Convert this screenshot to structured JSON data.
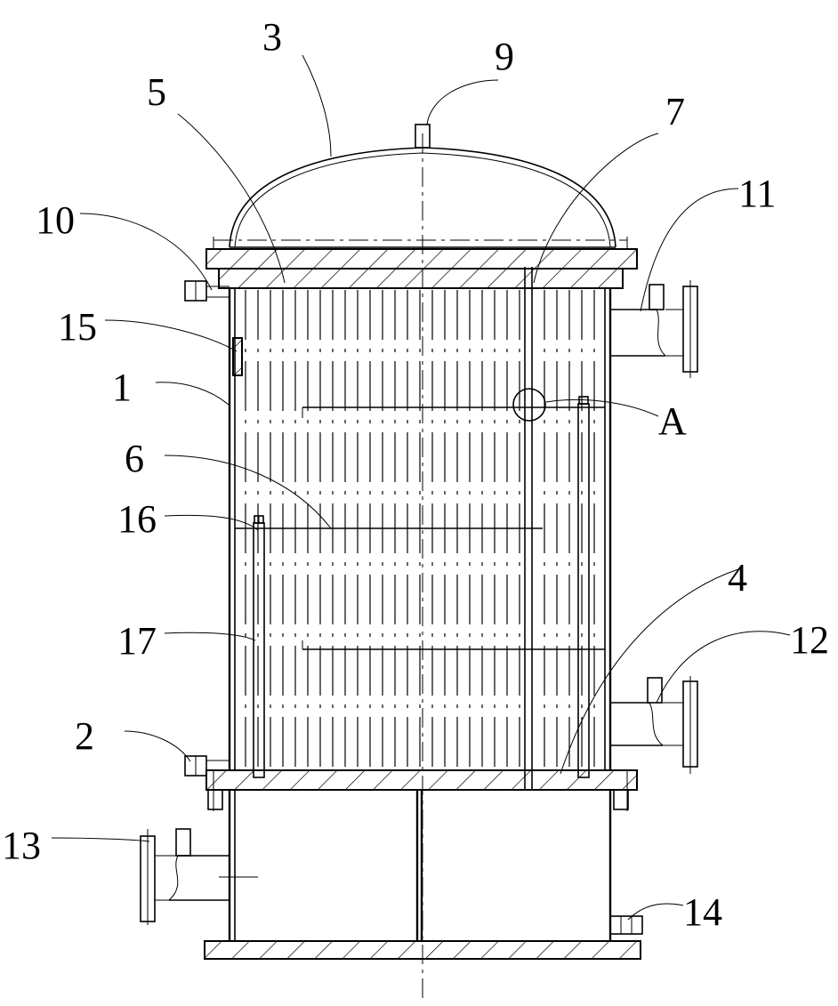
{
  "figure": {
    "labels": [
      {
        "id": "label-3",
        "text": "3"
      },
      {
        "id": "label-9",
        "text": "9"
      },
      {
        "id": "label-5",
        "text": "5"
      },
      {
        "id": "label-7",
        "text": "7"
      },
      {
        "id": "label-10",
        "text": "10"
      },
      {
        "id": "label-11",
        "text": "11"
      },
      {
        "id": "label-15",
        "text": "15"
      },
      {
        "id": "label-1",
        "text": "1"
      },
      {
        "id": "label-A",
        "text": "A"
      },
      {
        "id": "label-6",
        "text": "6"
      },
      {
        "id": "label-16",
        "text": "16"
      },
      {
        "id": "label-4",
        "text": "4"
      },
      {
        "id": "label-17",
        "text": "17"
      },
      {
        "id": "label-12",
        "text": "12"
      },
      {
        "id": "label-2",
        "text": "2"
      },
      {
        "id": "label-13",
        "text": "13"
      },
      {
        "id": "label-14",
        "text": "14"
      }
    ]
  }
}
